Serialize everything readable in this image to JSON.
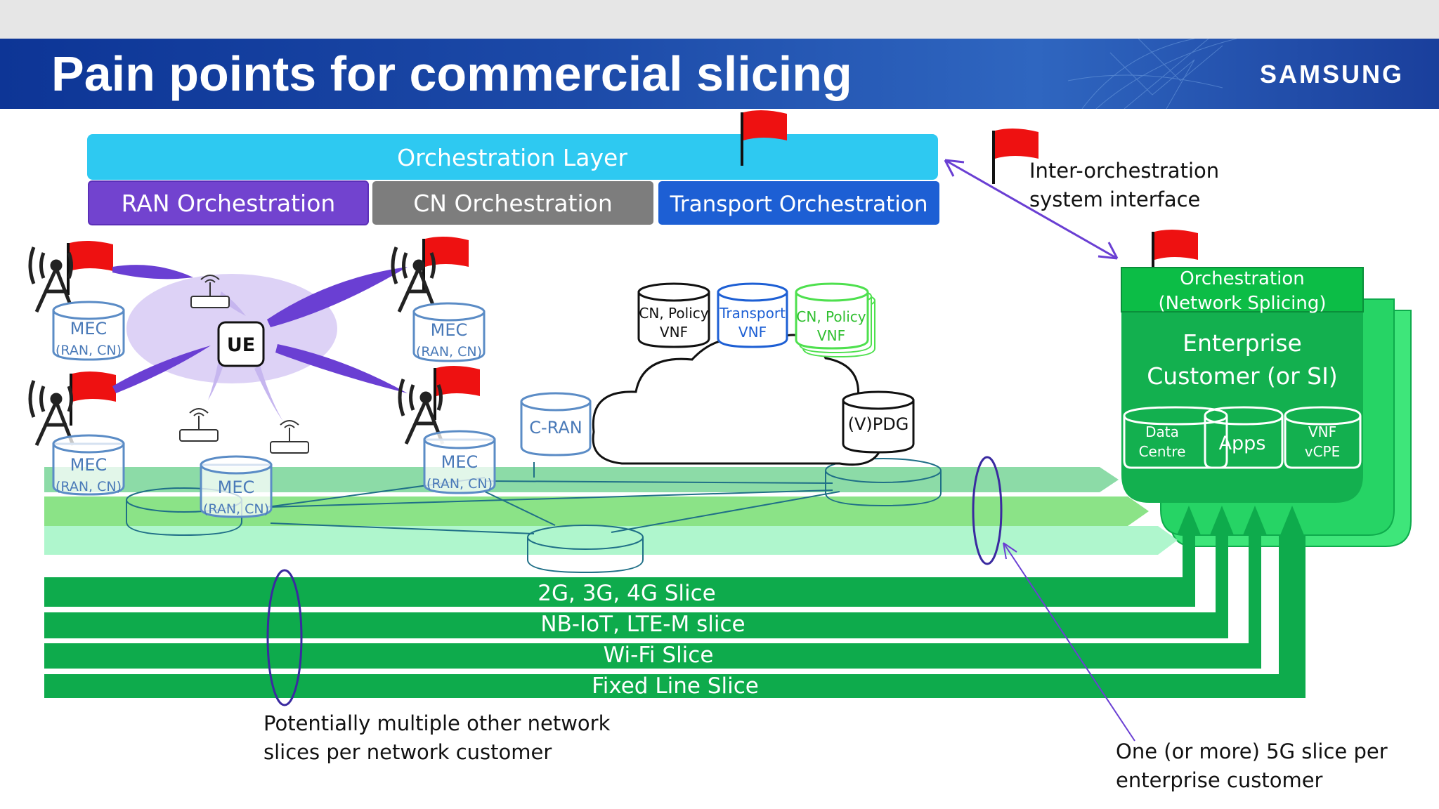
{
  "header": {
    "title": "Pain points for commercial slicing",
    "logo": "SAMSUNG"
  },
  "orchestration": {
    "layer": "Orchestration Layer",
    "ran": "RAN Orchestration",
    "cn": "CN Orchestration",
    "transport": "Transport Orchestration"
  },
  "inter_orch": {
    "line1": "Inter-orchestration",
    "line2": "system interface"
  },
  "enterprise": {
    "orch_line1": "Orchestration",
    "orch_line2": "(Network Splicing)",
    "cust_line1": "Enterprise",
    "cust_line2": "Customer (or SI)",
    "dc_line1": "Data",
    "dc_line2": "Centre",
    "apps": "Apps",
    "vnf_line1": "VNF",
    "vnf_line2": "vCPE"
  },
  "ran": {
    "ue": "UE",
    "mec_line1": "MEC",
    "mec_line2": "(RAN, CN)",
    "cran": "C-RAN"
  },
  "cloud": {
    "cn_policy_line1": "CN, Policy",
    "cn_policy_line2": "VNF",
    "transport_line1": "Transport",
    "transport_line2": "VNF",
    "vpdg": "(V)PDG"
  },
  "slices": [
    "2G, 3G, 4G Slice",
    "NB-IoT, LTE-M slice",
    "Wi-Fi Slice",
    "Fixed Line Slice"
  ],
  "notes": {
    "multi_line1": "Potentially multiple other network",
    "multi_line2": "slices per network customer",
    "fiveg_line1": "One (or more) 5G slice per",
    "fiveg_line2": "enterprise customer"
  },
  "colors": {
    "orch_layer": "#2ec9f1",
    "ran_orch": "#7243cf",
    "cn_orch": "#7d7d7d",
    "transport_orch": "#1d5fd4",
    "slice_green": "#0eab4c",
    "enterprise_green": "#13b04f",
    "beam_purple": "#6a3fd3",
    "flag_red": "#ee1111"
  }
}
